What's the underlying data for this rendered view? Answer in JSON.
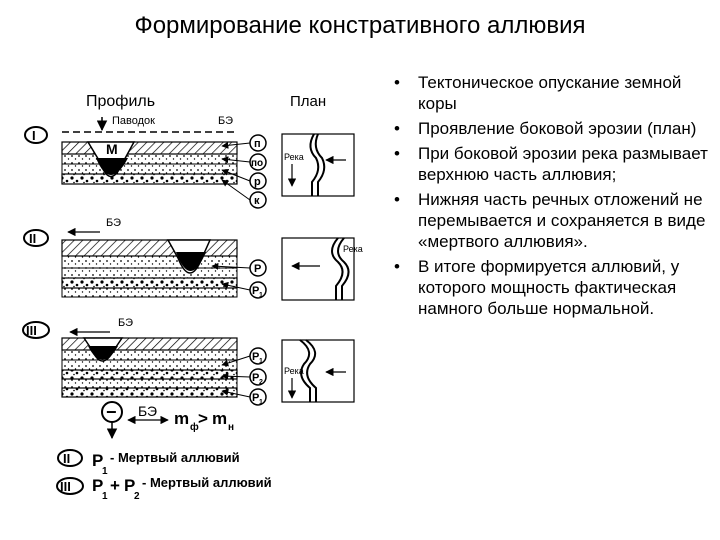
{
  "title": "Формирование констративного аллювия",
  "figure": {
    "header_profile": "Профиль",
    "header_plan": "План",
    "paleo": "Паводок",
    "be": "БЭ",
    "m_label": "M",
    "river": "Река",
    "stage1": "I",
    "stage2": "II",
    "stage3": "III",
    "l_p": "п",
    "l_po": "по",
    "l_r": "р",
    "l_k": "к",
    "l_p2_main": "P",
    "l_p2_sub": "1",
    "l_r1_main": "P",
    "l_r1_sub": "1",
    "l_r2_main": "P",
    "l_r2_sub": "2",
    "l_r3_main": "P",
    "l_r3_sub": "1",
    "legend_formula_m1": "m",
    "legend_formula_sub1": "ф",
    "legend_formula_gt": ">",
    "legend_formula_m2": "m",
    "legend_formula_sub2": "н",
    "legend_be": "БЭ",
    "legend_minus": "−",
    "legend_row1_main": "P",
    "legend_row1_sub": "1",
    "legend_row1_text": "- Мертвый аллювий",
    "legend_row2_p1": "P",
    "legend_row2_s1": "1",
    "legend_row2_plus": "+",
    "legend_row2_p2": "P",
    "legend_row2_s2": "2",
    "legend_row2_text": "- Мертвый аллювий"
  },
  "bullets": [
    "Тектоническое опускание земной коры",
    "Проявление боковой эрозии (план)",
    "При боковой эрозии река размывает верхнюю часть аллювия;",
    "Нижняя часть речных отложений не перемывается и сохраняется в виде «мертвого аллювия».",
    "В итоге формируется аллювий, у которого мощность фактическая намного больше нормальной."
  ]
}
